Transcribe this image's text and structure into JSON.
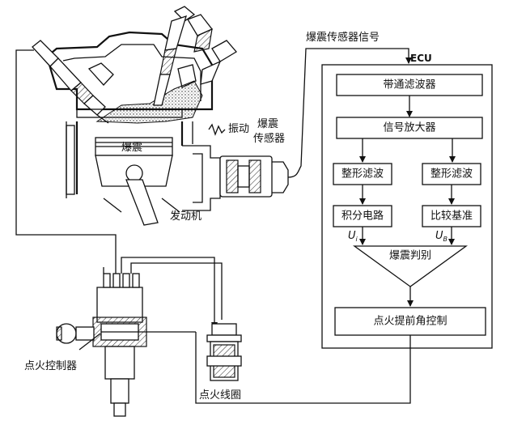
{
  "labels": {
    "sensor_signal": "爆震传感器信号",
    "ecu": "ECU",
    "knock": "爆震",
    "vibration": "振动",
    "knock_sensor_line1": "爆震",
    "knock_sensor_line2": "传感器",
    "engine": "发动机",
    "ignition_controller": "点火控制器",
    "ignition_coil": "点火线圈",
    "u_i_main": "U",
    "u_i_sub": "i",
    "u_b_main": "U",
    "u_b_sub": "B"
  },
  "ecu_blocks": {
    "bandpass_filter": "带通滤波器",
    "signal_amplifier": "信号放大器",
    "shaping_filter_left": "整形滤波",
    "shaping_filter_right": "整形滤波",
    "integrator": "积分电路",
    "comparison_ref": "比较基准",
    "knock_judgment": "爆震判别",
    "ignition_advance": "点火提前角控制"
  }
}
